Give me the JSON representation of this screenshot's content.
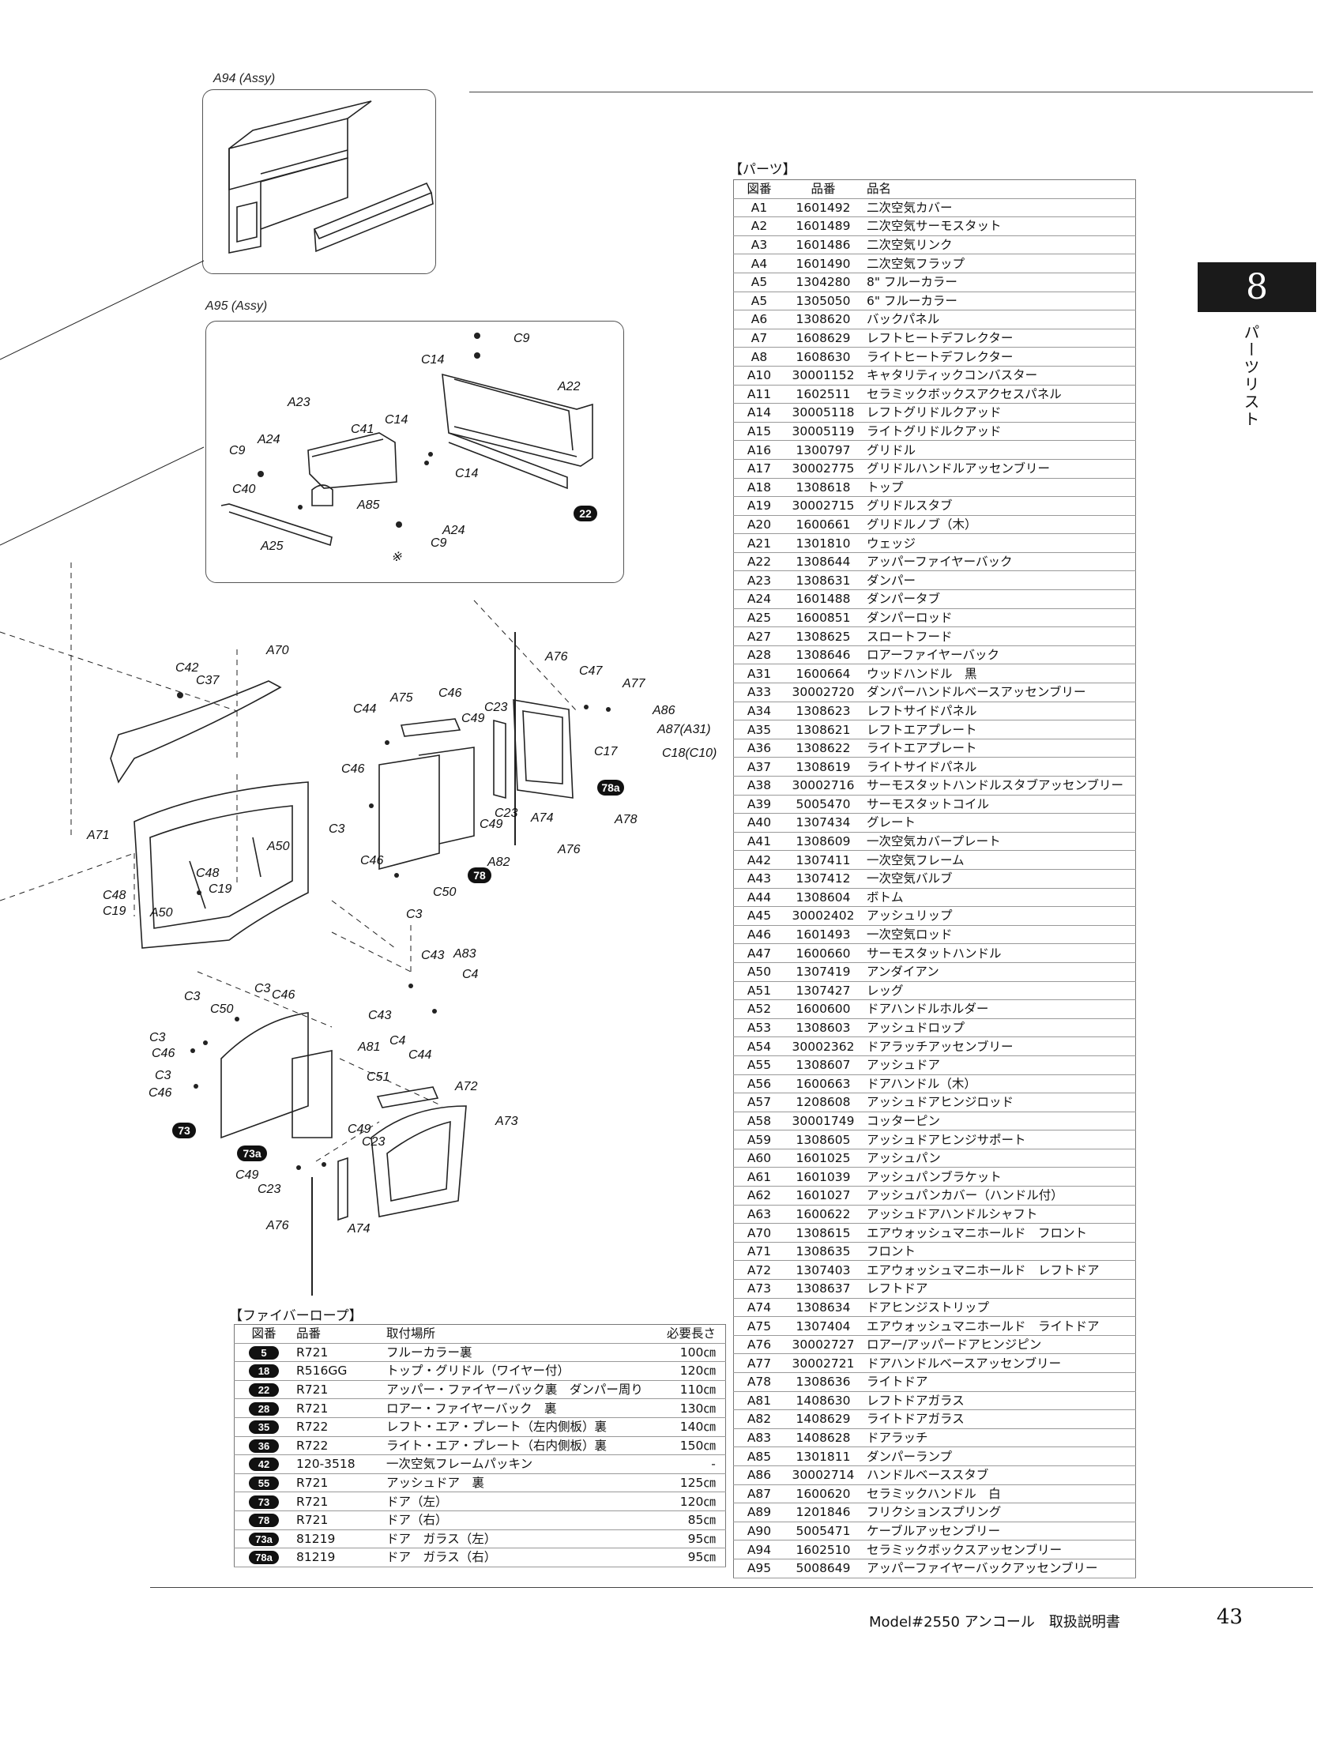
{
  "assemblies": {
    "a94_caption": "A94 (Assy)",
    "a95_caption": "A95 (Assy)"
  },
  "callouts": {
    "a95": [
      "C9",
      "C14",
      "A22",
      "A23",
      "C41",
      "C14",
      "A24",
      "C9",
      "C14",
      "C40",
      "A85",
      "A24",
      "C9",
      "A25",
      "※"
    ],
    "top": [
      "A70",
      "C42",
      "C37",
      "A76",
      "C47",
      "A77",
      "A86",
      "A87(A31)",
      "C17",
      "C18(C10)",
      "C44",
      "A75",
      "C46",
      "C23",
      "C49",
      "C46",
      "C3",
      "A74",
      "C49",
      "C23",
      "A78",
      "A76",
      "A82",
      "C46",
      "C50",
      "C3",
      "A71",
      "A50",
      "C48",
      "C19",
      "C48",
      "C19",
      "A50"
    ],
    "bottom": [
      "C43",
      "A83",
      "C4",
      "C43",
      "C4",
      "C3",
      "C3",
      "C46",
      "C50",
      "C3",
      "C46",
      "C3",
      "C46",
      "A81",
      "C44",
      "C51",
      "A72",
      "A73",
      "C49",
      "C23",
      "C49",
      "C23",
      "A76",
      "A74"
    ],
    "badges": [
      "22",
      "78a",
      "78",
      "73",
      "73a"
    ]
  },
  "parts_section": {
    "title": "【パーツ】",
    "headers": [
      "図番",
      "品番",
      "品名"
    ],
    "rows": [
      [
        "A1",
        "1601492",
        "二次空気カバー"
      ],
      [
        "A2",
        "1601489",
        "二次空気サーモスタット"
      ],
      [
        "A3",
        "1601486",
        "二次空気リンク"
      ],
      [
        "A4",
        "1601490",
        "二次空気フラップ"
      ],
      [
        "A5",
        "1304280",
        "8\" フルーカラー"
      ],
      [
        "A5",
        "1305050",
        "6\" フルーカラー"
      ],
      [
        "A6",
        "1308620",
        "バックパネル"
      ],
      [
        "A7",
        "1608629",
        "レフトヒートデフレクター"
      ],
      [
        "A8",
        "1608630",
        "ライトヒートデフレクター"
      ],
      [
        "A10",
        "30001152",
        "キャタリティックコンバスター"
      ],
      [
        "A11",
        "1602511",
        "セラミックボックスアクセスパネル"
      ],
      [
        "A14",
        "30005118",
        "レフトグリドルクアッド"
      ],
      [
        "A15",
        "30005119",
        "ライトグリドルクアッド"
      ],
      [
        "A16",
        "1300797",
        "グリドル"
      ],
      [
        "A17",
        "30002775",
        "グリドルハンドルアッセンブリー"
      ],
      [
        "A18",
        "1308618",
        "トップ"
      ],
      [
        "A19",
        "30002715",
        "グリドルスタブ"
      ],
      [
        "A20",
        "1600661",
        "グリドルノブ（木）"
      ],
      [
        "A21",
        "1301810",
        "ウェッジ"
      ],
      [
        "A22",
        "1308644",
        "アッパーファイヤーバック"
      ],
      [
        "A23",
        "1308631",
        "ダンパー"
      ],
      [
        "A24",
        "1601488",
        "ダンパータブ"
      ],
      [
        "A25",
        "1600851",
        "ダンパーロッド"
      ],
      [
        "A27",
        "1308625",
        "スロートフード"
      ],
      [
        "A28",
        "1308646",
        "ロアーファイヤーバック"
      ],
      [
        "A31",
        "1600664",
        "ウッドハンドル　黒"
      ],
      [
        "A33",
        "30002720",
        "ダンパーハンドルベースアッセンブリー"
      ],
      [
        "A34",
        "1308623",
        "レフトサイドパネル"
      ],
      [
        "A35",
        "1308621",
        "レフトエアプレート"
      ],
      [
        "A36",
        "1308622",
        "ライトエアプレート"
      ],
      [
        "A37",
        "1308619",
        "ライトサイドパネル"
      ],
      [
        "A38",
        "30002716",
        "サーモスタットハンドルスタブアッセンブリー"
      ],
      [
        "A39",
        "5005470",
        "サーモスタットコイル"
      ],
      [
        "A40",
        "1307434",
        "グレート"
      ],
      [
        "A41",
        "1308609",
        "一次空気カバープレート"
      ],
      [
        "A42",
        "1307411",
        "一次空気フレーム"
      ],
      [
        "A43",
        "1307412",
        "一次空気バルブ"
      ],
      [
        "A44",
        "1308604",
        "ボトム"
      ],
      [
        "A45",
        "30002402",
        "アッシュリップ"
      ],
      [
        "A46",
        "1601493",
        "一次空気ロッド"
      ],
      [
        "A47",
        "1600660",
        "サーモスタットハンドル"
      ],
      [
        "A50",
        "1307419",
        "アンダイアン"
      ],
      [
        "A51",
        "1307427",
        "レッグ"
      ],
      [
        "A52",
        "1600600",
        "ドアハンドルホルダー"
      ],
      [
        "A53",
        "1308603",
        "アッシュドロップ"
      ],
      [
        "A54",
        "30002362",
        "ドアラッチアッセンブリー"
      ],
      [
        "A55",
        "1308607",
        "アッシュドア"
      ],
      [
        "A56",
        "1600663",
        "ドアハンドル（木）"
      ],
      [
        "A57",
        "1208608",
        "アッシュドアヒンジロッド"
      ],
      [
        "A58",
        "30001749",
        "コッターピン"
      ],
      [
        "A59",
        "1308605",
        "アッシュドアヒンジサポート"
      ],
      [
        "A60",
        "1601025",
        "アッシュパン"
      ],
      [
        "A61",
        "1601039",
        "アッシュパンブラケット"
      ],
      [
        "A62",
        "1601027",
        "アッシュパンカバー（ハンドル付）"
      ],
      [
        "A63",
        "1600622",
        "アッシュドアハンドルシャフト"
      ],
      [
        "A70",
        "1308615",
        "エアウォッシュマニホールド　フロント"
      ],
      [
        "A71",
        "1308635",
        "フロント"
      ],
      [
        "A72",
        "1307403",
        "エアウォッシュマニホールド　レフトドア"
      ],
      [
        "A73",
        "1308637",
        "レフトドア"
      ],
      [
        "A74",
        "1308634",
        "ドアヒンジストリップ"
      ],
      [
        "A75",
        "1307404",
        "エアウォッシュマニホールド　ライトドア"
      ],
      [
        "A76",
        "30002727",
        "ロアー/アッパードアヒンジピン"
      ],
      [
        "A77",
        "30002721",
        "ドアハンドルベースアッセンブリー"
      ],
      [
        "A78",
        "1308636",
        "ライトドア"
      ],
      [
        "A81",
        "1408630",
        "レフトドアガラス"
      ],
      [
        "A82",
        "1408629",
        "ライトドアガラス"
      ],
      [
        "A83",
        "1408628",
        "ドアラッチ"
      ],
      [
        "A85",
        "1301811",
        "ダンパーランプ"
      ],
      [
        "A86",
        "30002714",
        "ハンドルベーススタブ"
      ],
      [
        "A87",
        "1600620",
        "セラミックハンドル　白"
      ],
      [
        "A89",
        "1201846",
        "フリクションスプリング"
      ],
      [
        "A90",
        "5005471",
        "ケーブルアッセンブリー"
      ],
      [
        "A94",
        "1602510",
        "セラミックボックスアッセンブリー"
      ],
      [
        "A95",
        "5008649",
        "アッパーファイヤーバックアッセンブリー"
      ]
    ]
  },
  "rope_section": {
    "title": "【ファイバーロープ】",
    "headers": [
      "図番",
      "品番",
      "取付場所",
      "必要長さ"
    ],
    "rows": [
      [
        "5",
        "R721",
        "フルーカラー裏",
        "100㎝"
      ],
      [
        "18",
        "R516GG",
        "トップ・グリドル（ワイヤー付）",
        "120㎝"
      ],
      [
        "22",
        "R721",
        "アッパー・ファイヤーバック裏　ダンパー周り",
        "110㎝"
      ],
      [
        "28",
        "R721",
        "ロアー・ファイヤーバック　裏",
        "130㎝"
      ],
      [
        "35",
        "R722",
        "レフト・エア・プレート（左内側板）裏",
        "140㎝"
      ],
      [
        "36",
        "R722",
        "ライト・エア・プレート（右内側板）裏",
        "150㎝"
      ],
      [
        "42",
        "120-3518",
        "一次空気フレームパッキン",
        "-"
      ],
      [
        "55",
        "R721",
        "アッシュドア　裏",
        "125㎝"
      ],
      [
        "73",
        "R721",
        "ドア（左）",
        "120㎝"
      ],
      [
        "78",
        "R721",
        "ドア（右）",
        "85㎝"
      ],
      [
        "73a",
        "81219",
        "ドア　ガラス（左）",
        "95㎝"
      ],
      [
        "78a",
        "81219",
        "ドア　ガラス（右）",
        "95㎝"
      ]
    ]
  },
  "chapter": {
    "number": "8",
    "label": "パーツリスト"
  },
  "footer": {
    "text": "Model#2550 アンコール　取扱説明書",
    "page": "43"
  }
}
